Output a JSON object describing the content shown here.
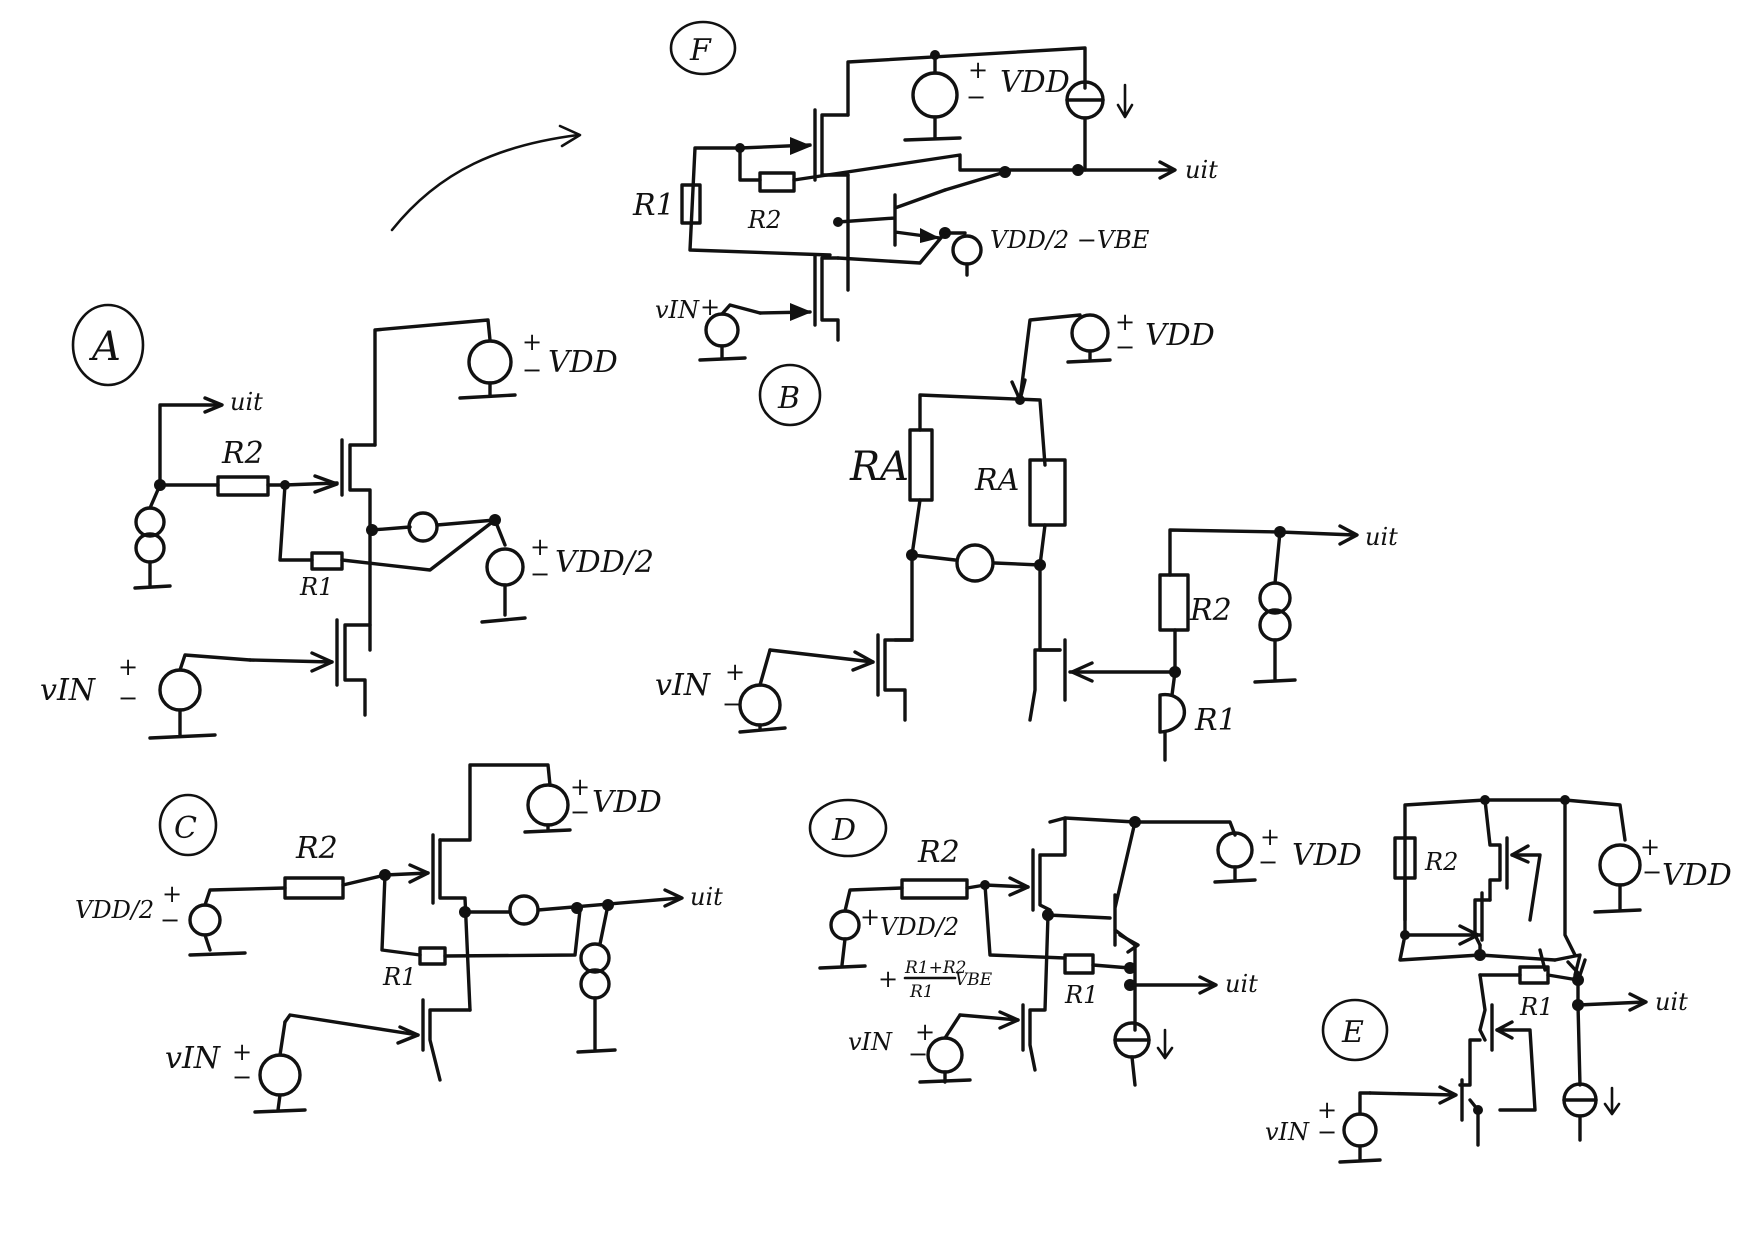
{
  "panels": {
    "A": {
      "tag": "A",
      "vdd": "VDD",
      "vdd_half": "VDD/2",
      "out": "uit",
      "r2": "R2",
      "r1": "R1",
      "vin": "vIN",
      "plus": "+",
      "minus": "−"
    },
    "B": {
      "tag": "B",
      "vdd": "VDD",
      "ra_left": "RA",
      "ra_right": "RA",
      "out": "uit",
      "r2": "R2",
      "r1": "R1",
      "vin": "vIN",
      "plus": "+",
      "minus": "−"
    },
    "C": {
      "tag": "C",
      "vdd": "VDD",
      "src": "VDD/2",
      "r2": "R2",
      "r1": "R1",
      "out": "uit",
      "vin": "vIN",
      "plus": "+",
      "minus": "−"
    },
    "D": {
      "tag": "D",
      "vdd": "VDD",
      "r2": "R2",
      "r1": "R1",
      "src_line1": "VDD/2",
      "src_line2": "+",
      "src_frac_num": "R1+R2",
      "src_frac_den": "R1",
      "src_vbe": "VBE",
      "out": "uit",
      "vin": "vIN",
      "plus": "+",
      "minus": "−"
    },
    "E": {
      "tag": "E",
      "vdd": "VDD",
      "r2": "R2",
      "r1": "R1",
      "out": "uit",
      "vin": "vIN",
      "plus": "+",
      "minus": "−"
    },
    "F": {
      "tag": "F",
      "vdd": "VDD",
      "r1": "R1",
      "r2": "R2",
      "src": "VDD/2 −VBE",
      "out": "uit",
      "vin": "vIN",
      "plus": "+",
      "minus": "−"
    }
  }
}
